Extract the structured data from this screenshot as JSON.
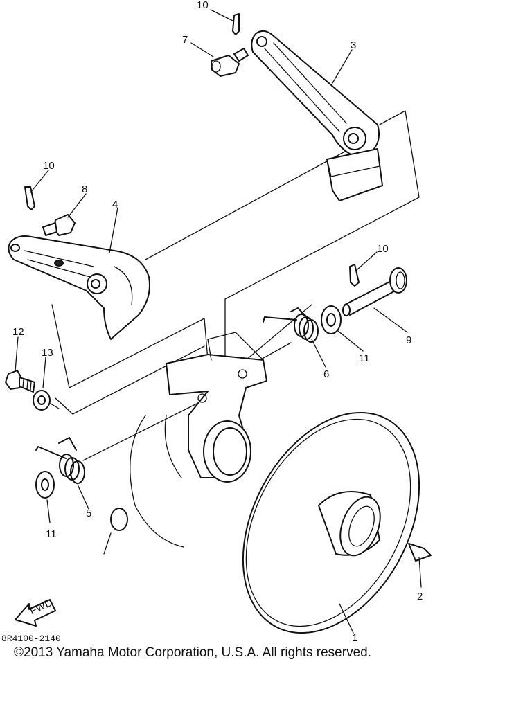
{
  "callouts": {
    "c1": "1",
    "c2": "2",
    "c3": "3",
    "c4": "4",
    "c5": "5",
    "c6": "6",
    "c7": "7",
    "c8": "8",
    "c9": "9",
    "c10a": "10",
    "c10b": "10",
    "c10c": "10",
    "c11a": "11",
    "c11b": "11",
    "c12": "12",
    "c13": "13"
  },
  "fwd_label": "FWD",
  "diagram_code": "8R4100-2140",
  "copyright": "©2013 Yamaha Motor Corporation, U.S.A. All rights reserved."
}
